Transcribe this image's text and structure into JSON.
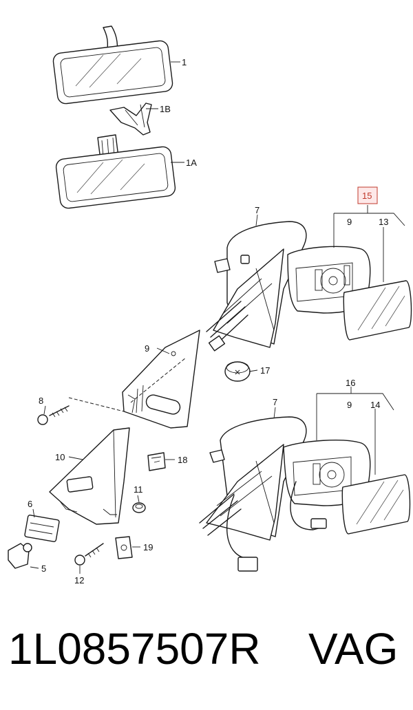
{
  "callouts": {
    "c1": "1",
    "c1a": "1A",
    "c1b": "1B",
    "c5": "5",
    "c6": "6",
    "c7a": "7",
    "c7b": "7",
    "c8": "8",
    "c9a": "9",
    "c9b": "9",
    "c9c": "9",
    "c10": "10",
    "c11": "11",
    "c12": "12",
    "c13": "13",
    "c14": "14",
    "c15": "15",
    "c16": "16",
    "c17": "17",
    "c18": "18",
    "c19": "19"
  },
  "footer": {
    "part_number": "1L0857507R",
    "brand": "VAG"
  },
  "colors": {
    "highlight": "#c0392b",
    "highlight_fill": "#fde8e8"
  }
}
